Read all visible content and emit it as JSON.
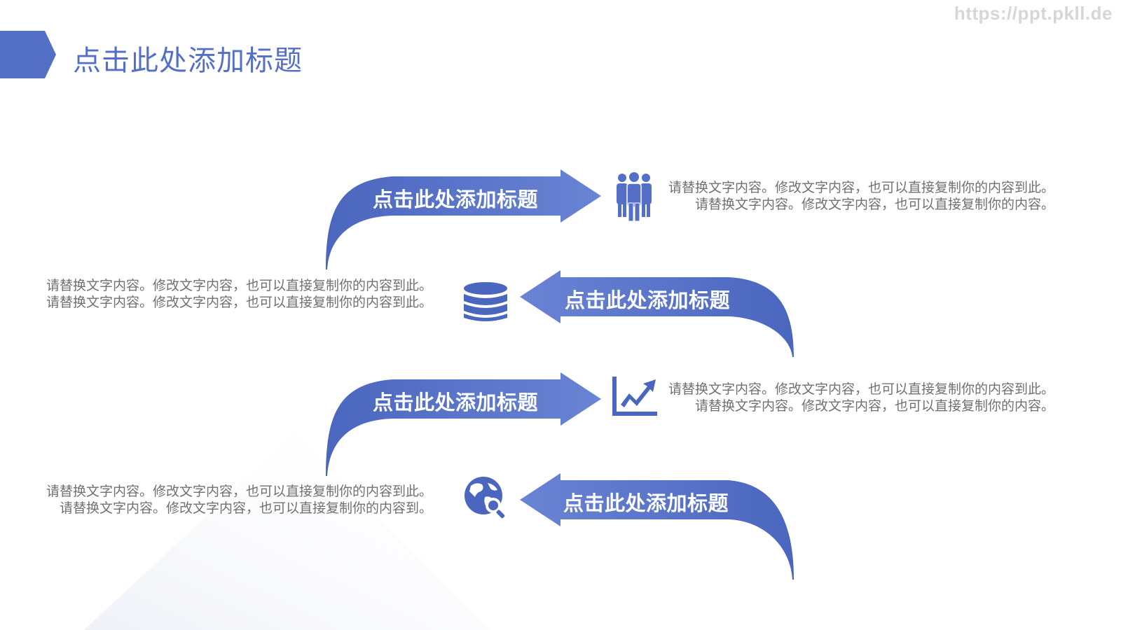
{
  "watermark": "https://ppt.pkll.de",
  "page_title": "点击此处添加标题",
  "accent_color": "#5470c6",
  "steps": [
    {
      "label": "点击此处添加标题",
      "icon": "people-group-icon",
      "text_line1": "请替换文字内容。修改文字内容，也可以直接复制你的内容到此。",
      "text_line2": "请替换文字内容。修改文字内容，也可以直接复制你的内容。"
    },
    {
      "label": "点击此处添加标题",
      "icon": "database-icon",
      "text_line1": "请替换文字内容。修改文字内容，也可以直接复制你的内容到此。",
      "text_line2": "请替换文字内容。修改文字内容，也可以直接复制你的内容到此。"
    },
    {
      "label": "点击此处添加标题",
      "icon": "line-chart-icon",
      "text_line1": "请替换文字内容。修改文字内容，也可以直接复制你的内容到此。",
      "text_line2": "请替换文字内容。修改文字内容，也可以直接复制你的内容。"
    },
    {
      "label": "点击此处添加标题",
      "icon": "globe-search-icon",
      "text_line1": "请替换文字内容。修改文字内容，也可以直接复制你的内容到此。",
      "text_line2": "请替换文字内容。修改文字内容，也可以直接复制你的内容到。"
    }
  ]
}
